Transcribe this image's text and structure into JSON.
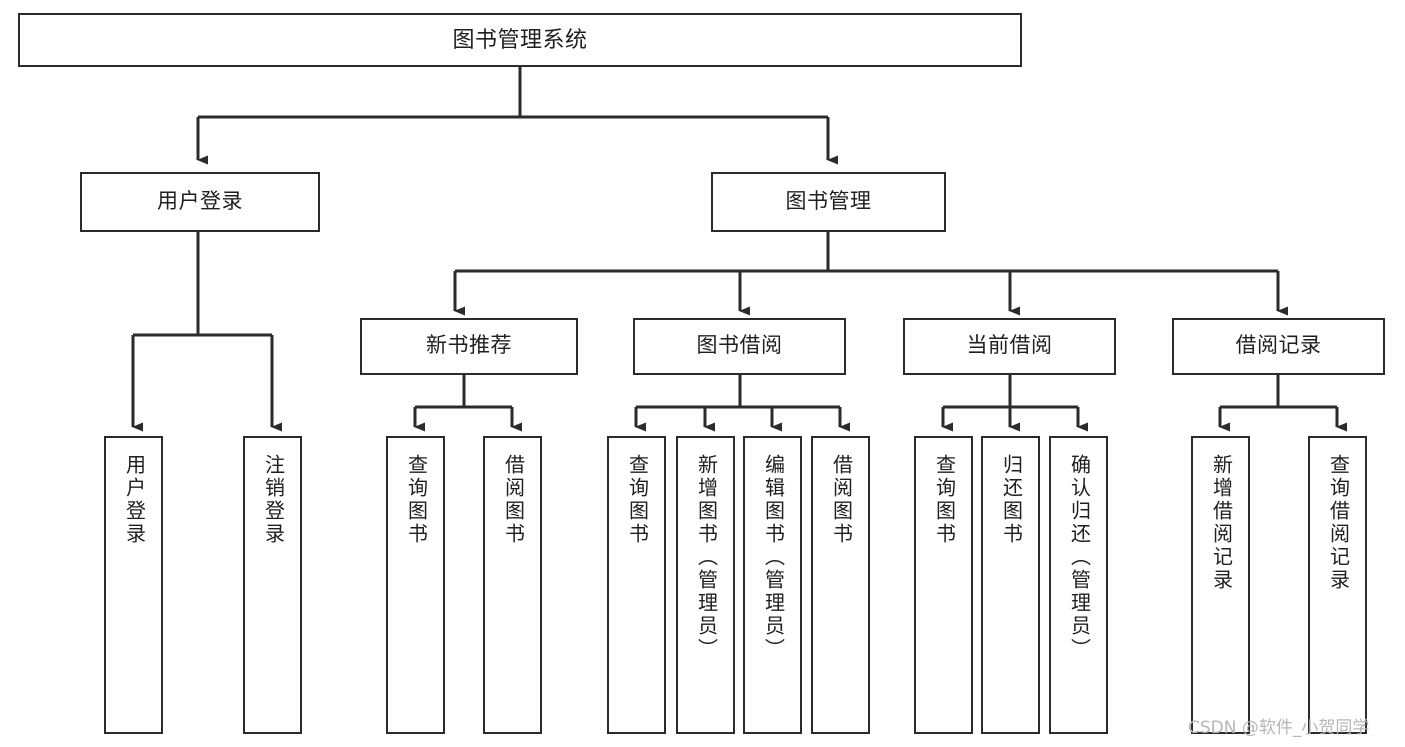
{
  "diagram": {
    "type": "tree-hierarchy",
    "title": "图书管理系统",
    "watermark": "CSDN @软件_小贺同学",
    "colors": {
      "background": "#ffffff",
      "stroke": "#2b2b2b",
      "text": "#1f1f1f",
      "watermark": "#b6b6b6"
    },
    "nodes": {
      "root": {
        "label": "图书管理系统"
      },
      "level2": [
        {
          "id": "user-login",
          "label": "用户登录"
        },
        {
          "id": "book-manage",
          "label": "图书管理"
        }
      ],
      "level3": [
        {
          "id": "new-book-rec",
          "label": "新书推荐"
        },
        {
          "id": "book-borrow",
          "label": "图书借阅"
        },
        {
          "id": "current-borrow",
          "label": "当前借阅"
        },
        {
          "id": "borrow-record",
          "label": "借阅记录"
        }
      ],
      "leaves": {
        "user_login": [
          {
            "id": "leaf-user-login",
            "label": "用户登录"
          },
          {
            "id": "leaf-logout",
            "label": "注销登录"
          }
        ],
        "new_book_rec": [
          {
            "id": "leaf-query-book-1",
            "label": "查询图书"
          },
          {
            "id": "leaf-borrow-book-1",
            "label": "借阅图书"
          }
        ],
        "book_borrow": [
          {
            "id": "leaf-query-book-2",
            "label": "查询图书"
          },
          {
            "id": "leaf-add-book",
            "label": "新增图书（管理员）"
          },
          {
            "id": "leaf-edit-book",
            "label": "编辑图书（管理员）"
          },
          {
            "id": "leaf-borrow-book-2",
            "label": "借阅图书"
          }
        ],
        "current_borrow": [
          {
            "id": "leaf-query-book-3",
            "label": "查询图书"
          },
          {
            "id": "leaf-return-book",
            "label": "归还图书"
          },
          {
            "id": "leaf-confirm-return",
            "label": "确认归还（管理员）"
          }
        ],
        "borrow_record": [
          {
            "id": "leaf-add-record",
            "label": "新增借阅记录"
          },
          {
            "id": "leaf-query-record",
            "label": "查询借阅记录"
          }
        ]
      }
    }
  }
}
